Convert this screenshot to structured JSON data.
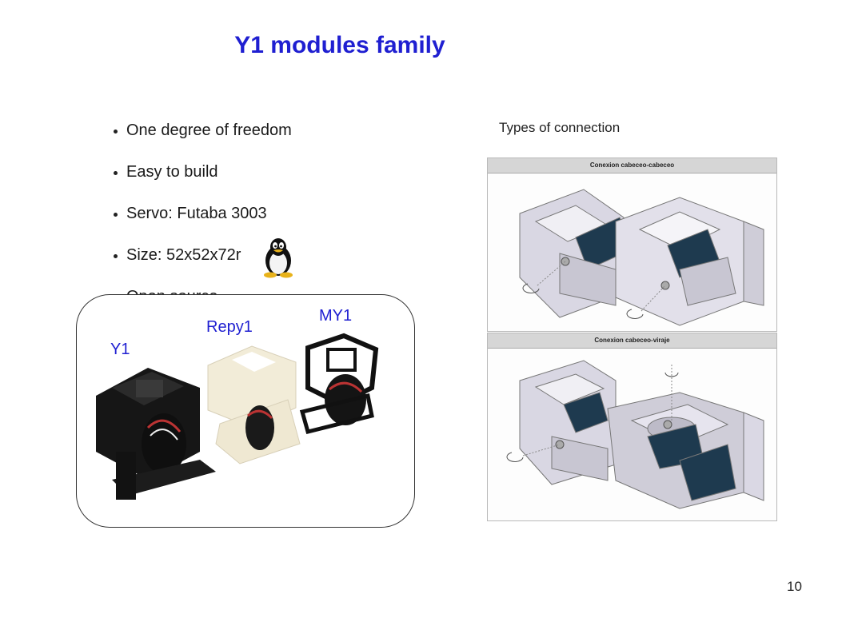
{
  "slide": {
    "title": "Y1 modules family",
    "bullets": [
      "One degree of freedom",
      "Easy to build",
      "Servo: Futaba 3003",
      "Size: 52x52x72r",
      "Open source"
    ],
    "types_label": "Types of connection",
    "modules": {
      "y1": "Y1",
      "repy1": "Repy1",
      "my1": "MY1"
    },
    "connections": [
      {
        "caption": "Conexion cabeceo-cabeceo"
      },
      {
        "caption": "Conexion cabeceo-viraje"
      }
    ],
    "page_number": "10"
  },
  "colors": {
    "title": "#1f1fd1",
    "module_label": "#1f1fd1",
    "bracket": "#d9d7e3",
    "servo": "#1e3a4f"
  }
}
